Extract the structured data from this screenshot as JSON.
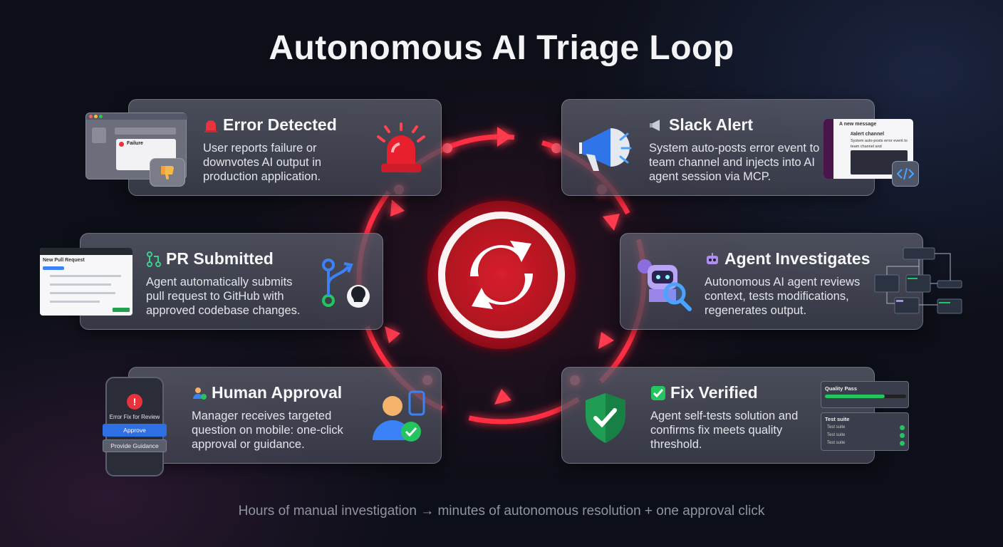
{
  "title": "Autonomous AI Triage Loop",
  "footer": "Hours of manual investigation → minutes of autonomous resolution + one approval click",
  "cards": {
    "error": {
      "title": "Error Detected",
      "desc": "User reports failure or downvotes AI output in production application.",
      "mock_label": "Failure"
    },
    "slack": {
      "title": "Slack Alert",
      "desc": "System auto-posts error event to team channel and injects into AI agent session via MCP.",
      "mock_header": "A new message",
      "mock_channel": "#alert channel",
      "mock_text": "System auto-posts error event to team channel and"
    },
    "agent": {
      "title": "Agent Investigates",
      "desc": "Autonomous AI agent reviews context, tests modifications, regenerates output."
    },
    "fix": {
      "title": "Fix Verified",
      "desc": "Agent self-tests solution and confirms fix meets quality threshold.",
      "mock_quality": "Quality Pass",
      "mock_suite": "Test suite",
      "mock_items": [
        "Test suite",
        "Test suite",
        "Test suite"
      ]
    },
    "human": {
      "title": "Human Approval",
      "desc": "Manager receives targeted question on mobile: one-click approval or guidance.",
      "mock_title": "Error Fix for Review",
      "mock_approve": "Approve",
      "mock_guidance": "Provide Guidance"
    },
    "pr": {
      "title": "PR Submitted",
      "desc": "Agent automatically submits pull request to GitHub with approved codebase changes.",
      "mock_title": "New Pull Request"
    }
  },
  "colors": {
    "accent_red": "#ff3b4e",
    "card_bg": "#55576a",
    "approve_blue": "#2f6fe4",
    "check_green": "#22c55e"
  },
  "icons": {
    "center": "refresh-cycle-icon",
    "error": "siren-icon",
    "slack": "megaphone-icon",
    "agent": "robot-magnifier-icon",
    "fix": "shield-check-icon",
    "human": "user-approve-icon",
    "pr": "git-merge-github-icon"
  }
}
